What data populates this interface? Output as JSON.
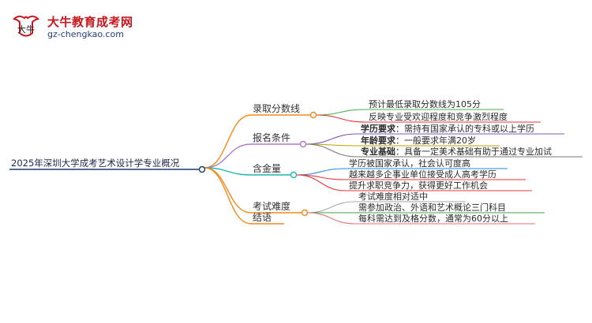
{
  "logo": {
    "name": "大牛教育成考网",
    "url": "gz-chengkao.com",
    "mark_text": "大牛"
  },
  "root": {
    "label": "2025年深圳大学成考艺术设计学专业概况"
  },
  "branches": [
    {
      "label": "录取分数线",
      "color": "#f28a1e",
      "children": [
        {
          "text": "预计最低录取分数线为105分",
          "color": "#4caf50"
        },
        {
          "text": "反映专业受欢迎程度和竞争激烈程度",
          "color": "#e53935"
        }
      ]
    },
    {
      "label": "报名条件",
      "color": "#b07ac9",
      "children": [
        {
          "key": "学历要求",
          "text": "：需持有国家承认的专科或以上学历",
          "color": "#7e57c2"
        },
        {
          "key": "年龄要求",
          "text": "：一般要求年满20岁",
          "color": "#c0a000"
        },
        {
          "key": "专业基础",
          "text": "：具备一定美术基础有助于通过专业加试",
          "color": "#777777"
        }
      ]
    },
    {
      "label": "含金量",
      "color": "#1bb7b0",
      "children": [
        {
          "text": "学历被国家承认，社会认可度高",
          "color": "#1e88e5"
        },
        {
          "text": "越来越多企事业单位接受成人高考学历",
          "color": "#e53935"
        },
        {
          "text": "提升求职竞争力，获得更好工作机会",
          "color": "#e53935"
        }
      ]
    },
    {
      "label": "考试难度",
      "color": "#f28a1e",
      "children": [
        {
          "text": "考试难度相对适中",
          "color": "#aaaaaa"
        },
        {
          "text": "需参加政治、外语和艺术概论三门科目",
          "color": "#43a047"
        },
        {
          "text": "每科需达到及格分数，通常为60分以上",
          "color": "#e57373"
        }
      ]
    },
    {
      "label": "结语",
      "color": "#f28a1e",
      "children": []
    }
  ]
}
